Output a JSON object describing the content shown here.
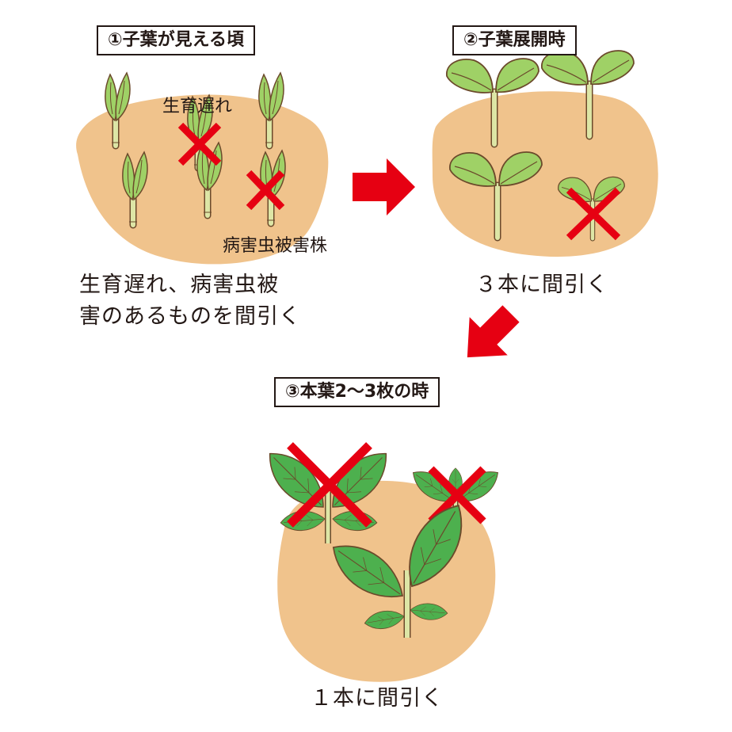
{
  "stages": [
    {
      "title": "①子葉が見える頃",
      "notes": {
        "slow_growth": "生育遅れ",
        "pest_damage": "病害虫被害株"
      },
      "instruction": [
        "生育遅れ、病害虫被",
        "害のあるものを間引く"
      ]
    },
    {
      "title": "②子葉展開時",
      "instruction": [
        "３本に間引く"
      ]
    },
    {
      "title": "③本葉2～3枚の時",
      "instruction": [
        "１本に間引く"
      ]
    }
  ],
  "colors": {
    "soil": "#F0C38C",
    "leaf_light": "#9FD166",
    "leaf_dark": "#4DB04E",
    "stem": "#DDE6A6",
    "outline": "#6B4A2B",
    "mark": "#E60012",
    "arrow": "#E60012"
  }
}
